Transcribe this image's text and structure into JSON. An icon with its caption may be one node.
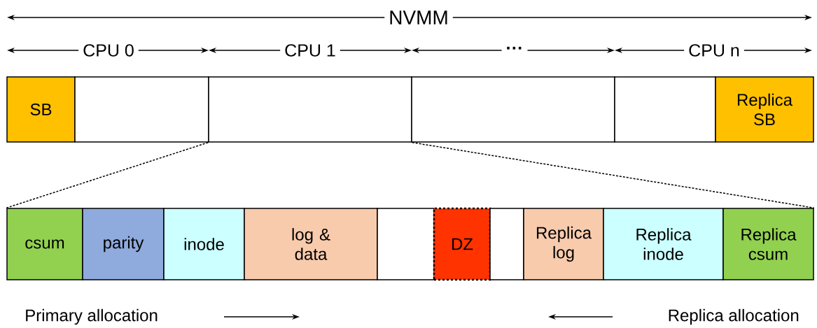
{
  "diagram": {
    "nodes": [
      {
        "text": [
          "SB"
        ]
      },
      {
        "text": [],
        "shape": "box"
      },
      {
        "text": [],
        "shape": "box"
      },
      {
        "text": [],
        "shape": "box"
      },
      {
        "text": [],
        "shape": "box"
      },
      {
        "text": [
          "Replica SB"
        ]
      },
      {
        "text": [
          "csum"
        ]
      },
      {
        "text": [
          "parity"
        ]
      },
      {
        "text": [
          "inode"
        ]
      },
      {
        "text": [
          "log & data"
        ]
      },
      {
        "text": [],
        "shape": "box"
      },
      {
        "text": [
          "DZ"
        ]
      },
      {
        "text": [],
        "shape": "box"
      },
      {
        "text": [
          "Replica log"
        ]
      },
      {
        "text": [
          "Replica inode"
        ]
      },
      {
        "text": [
          "Replica csum"
        ]
      }
    ],
    "edges": [
      {
        "from": 2,
        "to": 6,
        "arrow": "none",
        "style": "dashed"
      },
      {
        "from": 2,
        "to": 15,
        "arrow": "none",
        "style": "dashed"
      }
    ],
    "labels": [
      "NVMM",
      "CPU 0",
      "CPU 1",
      "···",
      "CPU n",
      "Primary allocation",
      "Replica allocation"
    ]
  }
}
